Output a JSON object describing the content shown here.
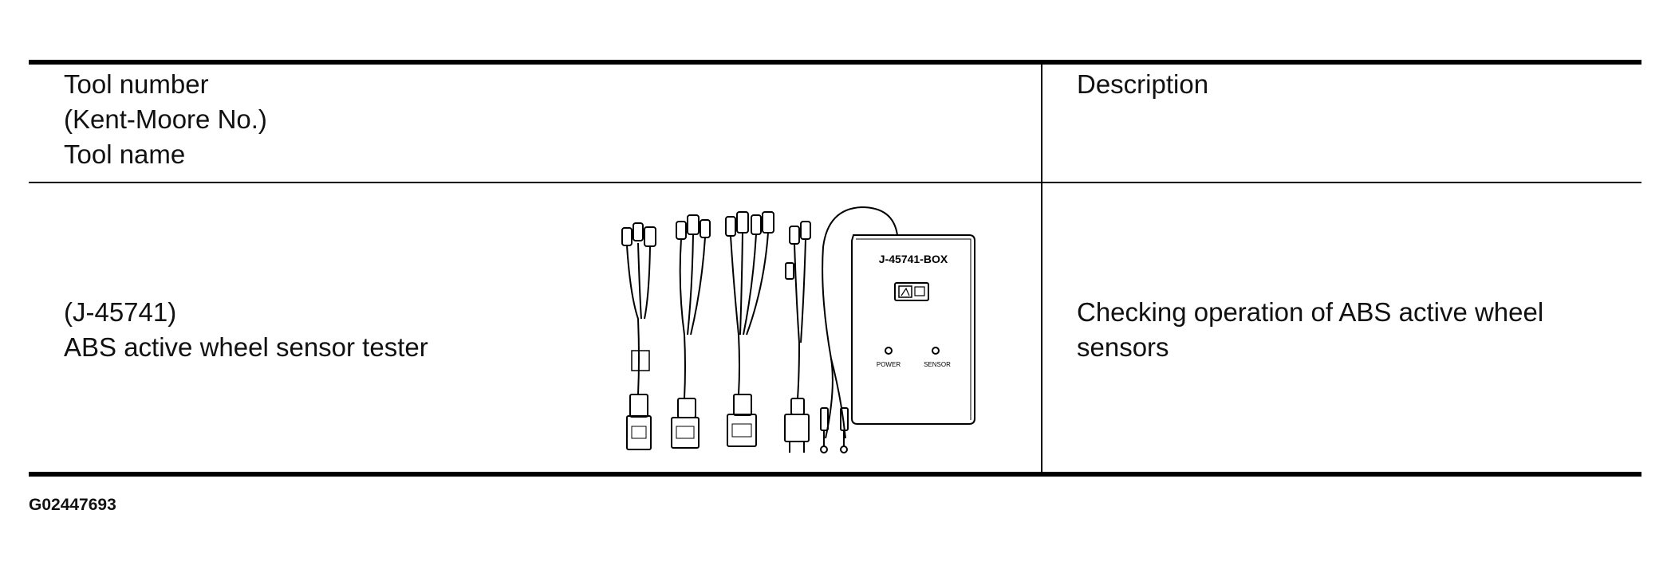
{
  "table": {
    "header": {
      "left_lines": [
        "Tool number",
        "(Kent-Moore No.)",
        "Tool name"
      ],
      "right": "Description"
    },
    "row": {
      "tool_number": "(J-45741)",
      "tool_name": "ABS active wheel sensor tester",
      "description_lines": [
        "Checking operation of ABS active wheel",
        "sensors"
      ],
      "illustration": {
        "box_label": "J-45741-BOX",
        "led_labels": [
          "POWER",
          "SENSOR"
        ],
        "icon": "wheel-sensor-tester-illustration"
      }
    }
  },
  "figure_id": "G02447693"
}
